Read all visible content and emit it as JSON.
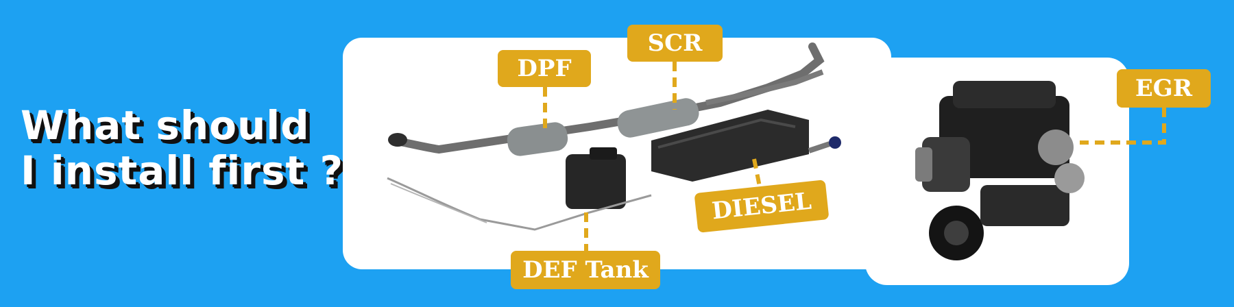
{
  "headline": {
    "line1": "What should",
    "line2": "I install first ?"
  },
  "labels": {
    "dpf": "DPF",
    "scr": "SCR",
    "diesel": "DIESEL",
    "def_tank": "DEF Tank",
    "egr": "EGR"
  },
  "colors": {
    "background": "#1da1f2",
    "label": "#e0a81c",
    "card": "#ffffff",
    "connector": "#e0a81c"
  }
}
